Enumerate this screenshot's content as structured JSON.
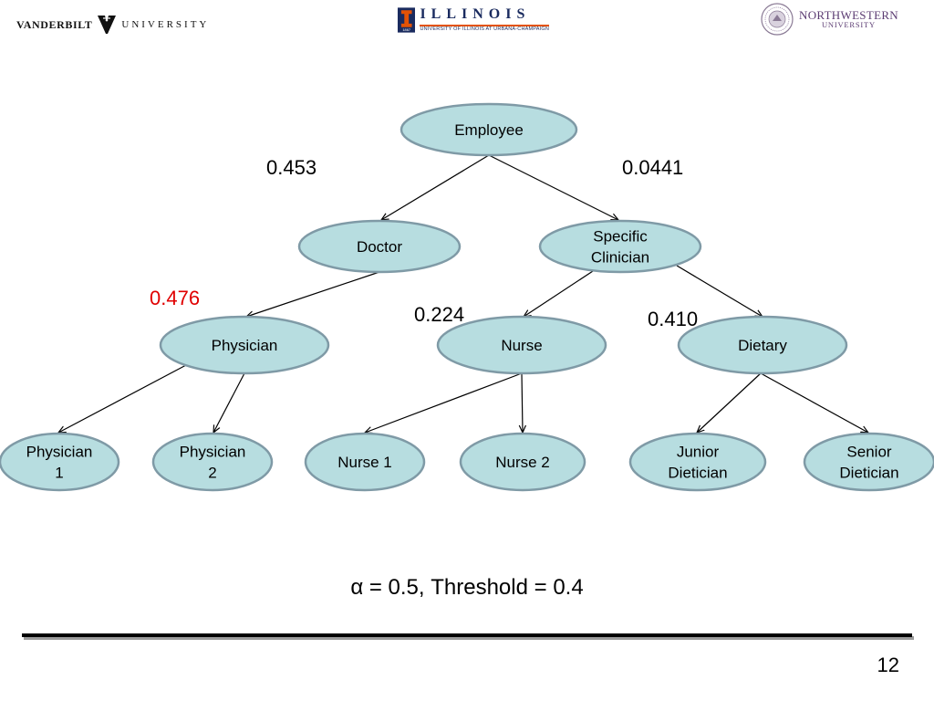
{
  "header": {
    "vanderbilt": {
      "left": "VANDERBILT",
      "right": "UNIVERSITY"
    },
    "illinois": {
      "name": "ILLINOIS",
      "subtitle": "UNIVERSITY OF ILLINOIS AT URBANA-CHAMPAIGN",
      "seal_year": "1867"
    },
    "northwestern": {
      "name": "NORTHWESTERN",
      "subtitle": "UNIVERSITY"
    }
  },
  "colors": {
    "node_fill": "#b7dde0",
    "node_stroke": "#7f9aa6",
    "highlight_weight": "#e00000"
  },
  "tree": {
    "nodes": [
      {
        "id": "employee",
        "lines": [
          "Employee"
        ]
      },
      {
        "id": "doctor",
        "lines": [
          "Doctor"
        ]
      },
      {
        "id": "specific-clinician",
        "lines": [
          "Specific",
          "Clinician"
        ]
      },
      {
        "id": "physician",
        "lines": [
          "Physician"
        ]
      },
      {
        "id": "nurse",
        "lines": [
          "Nurse"
        ]
      },
      {
        "id": "dietary",
        "lines": [
          "Dietary"
        ]
      },
      {
        "id": "physician-1",
        "lines": [
          "Physician",
          "1"
        ]
      },
      {
        "id": "physician-2",
        "lines": [
          "Physician",
          "2"
        ]
      },
      {
        "id": "nurse-1",
        "lines": [
          "Nurse 1"
        ]
      },
      {
        "id": "nurse-2",
        "lines": [
          "Nurse 2"
        ]
      },
      {
        "id": "junior-dietician",
        "lines": [
          "Junior",
          "Dietician"
        ]
      },
      {
        "id": "senior-dietician",
        "lines": [
          "Senior",
          "Dietician"
        ]
      }
    ],
    "edges": [
      {
        "from": "employee",
        "to": "doctor"
      },
      {
        "from": "employee",
        "to": "specific-clinician"
      },
      {
        "from": "doctor",
        "to": "physician"
      },
      {
        "from": "specific-clinician",
        "to": "nurse"
      },
      {
        "from": "specific-clinician",
        "to": "dietary"
      },
      {
        "from": "physician",
        "to": "physician-1"
      },
      {
        "from": "physician",
        "to": "physician-2"
      },
      {
        "from": "nurse",
        "to": "nurse-1"
      },
      {
        "from": "nurse",
        "to": "nurse-2"
      },
      {
        "from": "dietary",
        "to": "junior-dietician"
      },
      {
        "from": "dietary",
        "to": "senior-dietician"
      }
    ],
    "weights": [
      {
        "id": "employee-doctor",
        "value": "0.453",
        "highlight": false
      },
      {
        "id": "employee-specific-clinician",
        "value": "0.0441",
        "highlight": false
      },
      {
        "id": "doctor-physician",
        "value": "0.476",
        "highlight": true
      },
      {
        "id": "specific-clinician-nurse",
        "value": "0.224",
        "highlight": false
      },
      {
        "id": "specific-clinician-dietary",
        "value": "0.410",
        "highlight": false
      }
    ]
  },
  "footer": {
    "params": "α = 0.5, Threshold = 0.4",
    "page_number": "12"
  }
}
